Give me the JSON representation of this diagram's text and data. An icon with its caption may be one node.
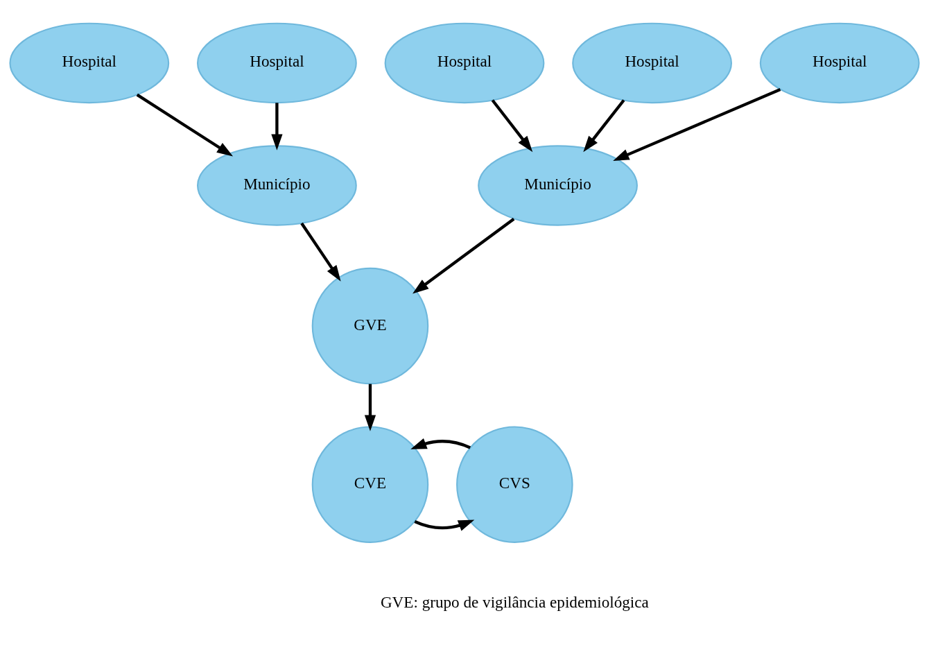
{
  "diagram": {
    "nodes": [
      {
        "text": [
          "Hospital"
        ]
      },
      {
        "text": [
          "Hospital"
        ]
      },
      {
        "text": [
          "Hospital"
        ]
      },
      {
        "text": [
          "Hospital"
        ]
      },
      {
        "text": [
          "Hospital"
        ]
      },
      {
        "text": [
          "Município"
        ]
      },
      {
        "text": [
          "Município"
        ]
      },
      {
        "text": [
          "GVE"
        ]
      },
      {
        "text": [
          "CVE"
        ]
      },
      {
        "text": [
          "CVS"
        ]
      }
    ],
    "edges": [
      {
        "from": 0,
        "to": 5,
        "arrow": "to"
      },
      {
        "from": 1,
        "to": 5,
        "arrow": "to"
      },
      {
        "from": 2,
        "to": 6,
        "arrow": "to"
      },
      {
        "from": 3,
        "to": 6,
        "arrow": "to"
      },
      {
        "from": 4,
        "to": 6,
        "arrow": "to"
      },
      {
        "from": 5,
        "to": 7,
        "arrow": "to"
      },
      {
        "from": 6,
        "to": 7,
        "arrow": "to"
      },
      {
        "from": 7,
        "to": 8,
        "arrow": "to"
      },
      {
        "from": 8,
        "to": 9,
        "arrow": "to"
      },
      {
        "from": 9,
        "to": 8,
        "arrow": "to"
      }
    ],
    "labels": [
      "GVE: grupo de vigilância epidemiológica"
    ]
  }
}
